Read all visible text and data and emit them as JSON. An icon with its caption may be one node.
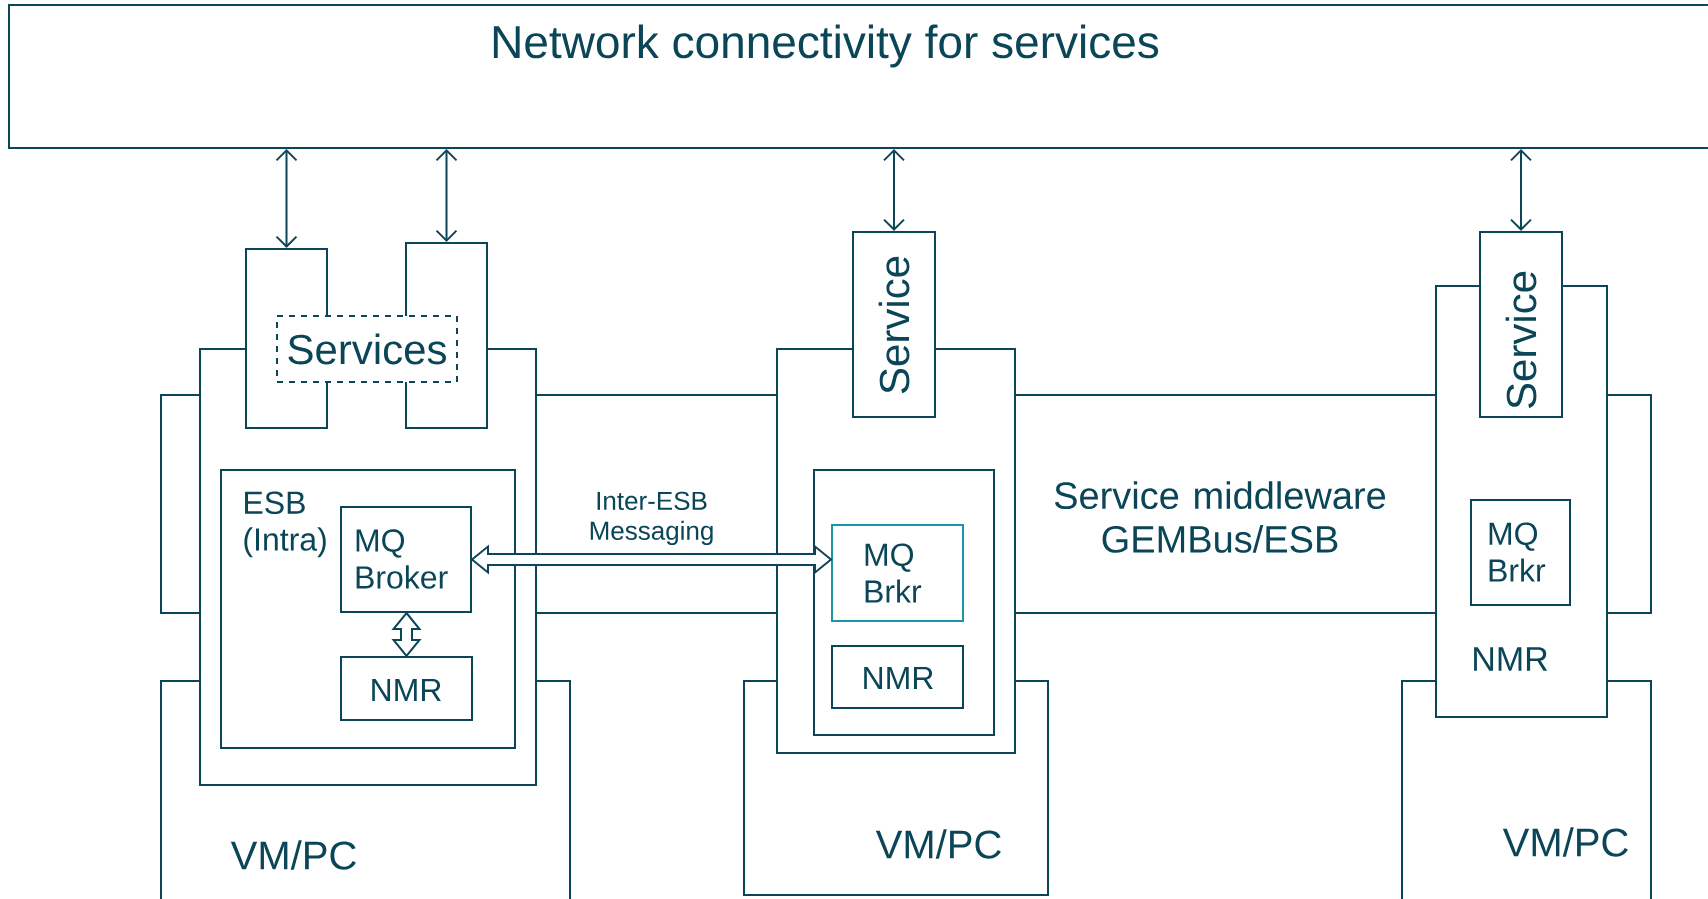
{
  "diagram": {
    "nodes": [
      {
        "text": [
          "Network connectivity for services"
        ]
      },
      {
        "text": [],
        "shape": "box"
      },
      {
        "text": [],
        "shape": "box"
      },
      {
        "text": [
          "Services"
        ]
      },
      {
        "text": [
          "Service"
        ]
      },
      {
        "text": [
          "Service"
        ]
      },
      {
        "text": [],
        "shape": "box"
      },
      {
        "text": [],
        "shape": "box"
      },
      {
        "text": [
          "NMR"
        ]
      },
      {
        "text": [
          "Service middleware GEMBus/ESB"
        ]
      },
      {
        "text": [
          "ESB (Intra)"
        ],
        "in": 6
      },
      {
        "text": [
          "MQ Broker"
        ]
      },
      {
        "text": [
          "NMR"
        ],
        "in": 10
      },
      {
        "text": [],
        "shape": "box",
        "in": 7
      },
      {
        "text": [
          "MQ Brkr"
        ],
        "in": 13
      },
      {
        "text": [
          "NMR"
        ],
        "in": 13
      },
      {
        "text": [
          "MQ Brkr"
        ]
      },
      {
        "text": [
          "VM/PC"
        ]
      },
      {
        "text": [
          "VM/PC"
        ]
      },
      {
        "text": [
          "VM/PC"
        ]
      }
    ],
    "edges": [
      {
        "from": 0,
        "to": 1,
        "arrow": "both"
      },
      {
        "from": 0,
        "to": 2,
        "arrow": "both"
      },
      {
        "from": 0,
        "to": 4,
        "arrow": "both"
      },
      {
        "from": 0,
        "to": 5,
        "arrow": "both"
      },
      {
        "from": 11,
        "to": 14,
        "arrow": "both",
        "style": "thick",
        "label": "Inter-ESB Messaging"
      },
      {
        "from": 11,
        "to": 12,
        "arrow": "both",
        "style": "thick"
      }
    ]
  }
}
